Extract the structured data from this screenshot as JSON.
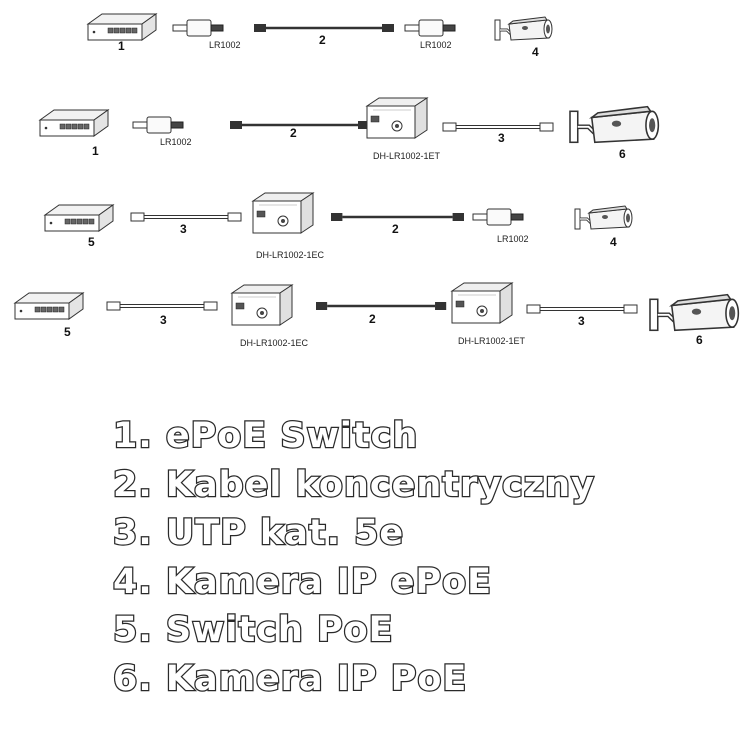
{
  "diagram": {
    "rows": [
      {
        "source": {
          "device": "epoe-switch",
          "num": "1"
        },
        "segments": [
          {
            "kind": "adapter",
            "label": "LR1002"
          },
          {
            "kind": "coax",
            "num": "2"
          },
          {
            "kind": "adapter",
            "label": "LR1002"
          }
        ],
        "camera": {
          "device": "epoe-camera",
          "num": "4"
        }
      },
      {
        "source": {
          "device": "epoe-switch",
          "num": "1"
        },
        "segments": [
          {
            "kind": "adapter",
            "label": "LR1002"
          },
          {
            "kind": "coax",
            "num": "2"
          },
          {
            "kind": "converter",
            "label": "DH-LR1002-1ET"
          },
          {
            "kind": "utp",
            "num": "3"
          }
        ],
        "camera": {
          "device": "poe-camera",
          "num": "6"
        }
      },
      {
        "source": {
          "device": "poe-switch",
          "num": "5"
        },
        "segments": [
          {
            "kind": "utp",
            "num": "3"
          },
          {
            "kind": "converter",
            "label": "DH-LR1002-1EC"
          },
          {
            "kind": "coax",
            "num": "2"
          },
          {
            "kind": "adapter",
            "label": "LR1002"
          }
        ],
        "camera": {
          "device": "epoe-camera",
          "num": "4"
        }
      },
      {
        "source": {
          "device": "poe-switch",
          "num": "5"
        },
        "segments": [
          {
            "kind": "utp",
            "num": "3"
          },
          {
            "kind": "converter",
            "label": "DH-LR1002-1EC"
          },
          {
            "kind": "coax",
            "num": "2"
          },
          {
            "kind": "converter",
            "label": "DH-LR1002-1ET"
          },
          {
            "kind": "utp",
            "num": "3"
          }
        ],
        "camera": {
          "device": "poe-camera",
          "num": "6"
        }
      }
    ]
  },
  "legend": [
    "1. ePoE Switch",
    "2. Kabel koncentryczny",
    "3. UTP kat. 5e",
    "4. Kamera IP ePoE",
    "5. Switch PoE",
    "6. Kamera IP PoE"
  ]
}
